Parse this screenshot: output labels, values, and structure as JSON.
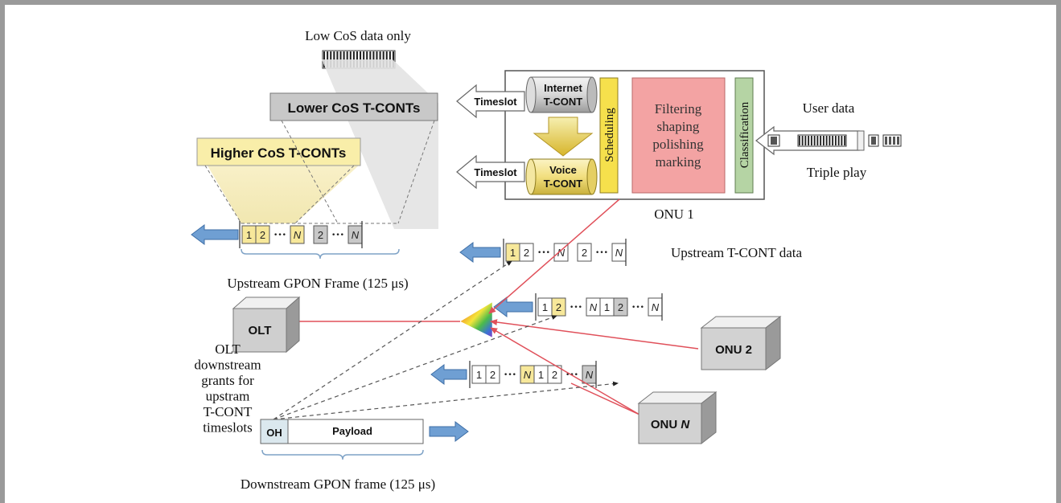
{
  "labels": {
    "low_cos_data_only": "Low CoS data only",
    "lower_cos_tconts": "Lower CoS T-CONTs",
    "higher_cos_tconts": "Higher CoS T-CONTs",
    "timeslot": "Timeslot",
    "internet": "Internet",
    "voice": "Voice",
    "tcont": "T-CONT",
    "scheduling": "Scheduling",
    "filtering_lines": [
      "Filtering",
      "shaping",
      "polishing",
      "marking"
    ],
    "classification": "Classification",
    "user_data": "User data",
    "triple_play": "Triple play",
    "onu1": "ONU 1",
    "upstream_tcont_data": "Upstream T-CONT data",
    "upstream_gpon_frame": "Upstream GPON Frame (125 μs)",
    "olt": "OLT",
    "onu2": "ONU 2",
    "onun_prefix": "ONU ",
    "onun_italic": "N",
    "olt_grants_lines": [
      "OLT",
      "downstream",
      "grants for",
      "upstram",
      "T-CONT",
      "timeslots"
    ],
    "oh": "OH",
    "payload": "Payload",
    "downstream_gpon_frame": "Downstream GPON frame (125 μs)",
    "slot_1": "1",
    "slot_2": "2",
    "slot_n": "N",
    "dots": "···"
  },
  "colors": {
    "yellow_slot": "#f7e89a",
    "gray_slot": "#c8c8c8",
    "blue_arrow": "#6f9fd3",
    "red_line": "#e0505a",
    "pink_box": "#f3a3a3",
    "green_box": "#b5d4a4",
    "scheduling_yellow": "#f6e04c"
  }
}
